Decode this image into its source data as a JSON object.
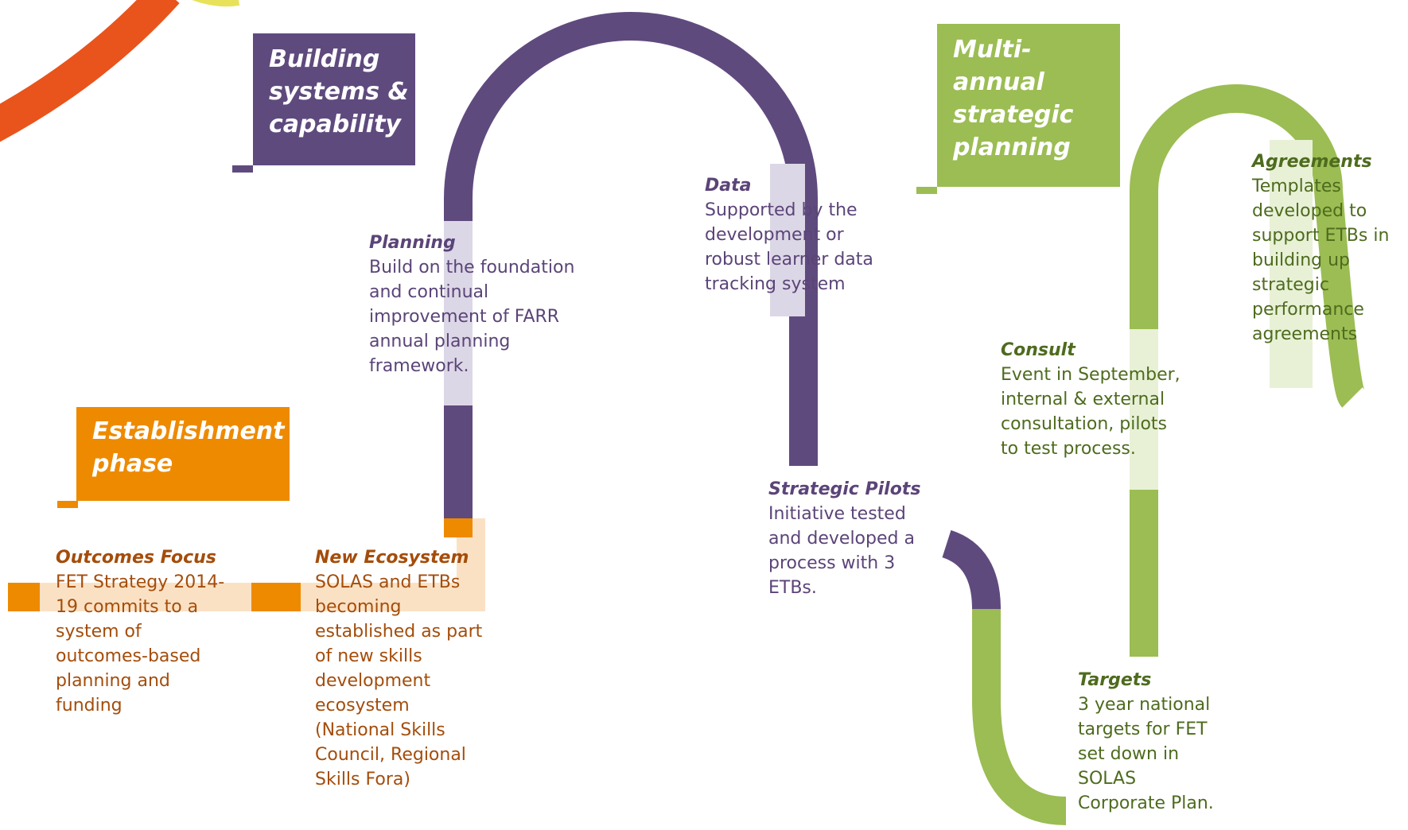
{
  "colors": {
    "orange": "#ee8a00",
    "purple": "#5f4a7e",
    "green": "#9bbd53",
    "orange_text": "#a44d0b",
    "purple_text": "#5b4478",
    "green_text": "#4e6b1e",
    "pale_orange": "#fbe1c4",
    "pale_purple": "#dcd7e6",
    "pale_green": "#e8f1d6"
  },
  "phases": {
    "establishment": "Establishment\nphase",
    "building": "Building\nsystems &\ncapability",
    "multi_annual": "Multi-\nannual\nstrategic\nplanning"
  },
  "items": {
    "outcomes_focus": {
      "title": "Outcomes Focus",
      "body": "FET Strategy 2014-\n19 commits to a\nsystem of\noutcomes-based\nplanning and\nfunding"
    },
    "new_ecosystem": {
      "title": "New Ecosystem",
      "body": "SOLAS and ETBs\nbecoming\nestablished as part\nof new skills\ndevelopment\necosystem\n(National Skills\nCouncil, Regional\nSkills Fora)"
    },
    "planning": {
      "title": "Planning",
      "body": "Build on the foundation\nand continual\nimprovement of FARR\nannual planning\nframework."
    },
    "data": {
      "title": "Data",
      "body": "Supported by the\ndevelopment or\nrobust learner data\ntracking system"
    },
    "strategic_pilots": {
      "title": "Strategic Pilots",
      "body": "Initiative tested\nand developed a\nprocess with 3\nETBs."
    },
    "consult": {
      "title": "Consult",
      "body": "Event in September,\ninternal & external\nconsultation, pilots\nto test process."
    },
    "agreements": {
      "title": "Agreements",
      "body": "Templates\ndeveloped to\nsupport ETBs in\nbuilding up\nstrategic\nperformance\nagreements"
    },
    "targets": {
      "title": "Targets",
      "body": "3 year national\ntargets for FET\nset down in\nSOLAS\nCorporate Plan."
    }
  }
}
